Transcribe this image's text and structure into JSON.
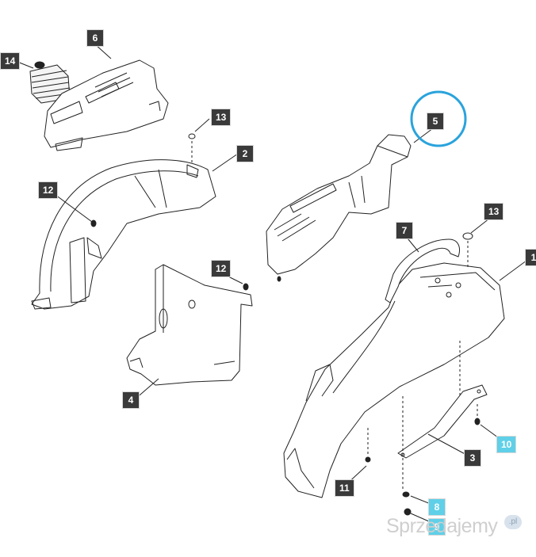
{
  "callouts": [
    {
      "id": "14",
      "style": "dark"
    },
    {
      "id": "6",
      "style": "dark"
    },
    {
      "id": "13",
      "style": "dark"
    },
    {
      "id": "2",
      "style": "dark"
    },
    {
      "id": "12",
      "style": "dark"
    },
    {
      "id": "5",
      "style": "dark",
      "highlighted": true
    },
    {
      "id": "12",
      "style": "dark"
    },
    {
      "id": "7",
      "style": "dark"
    },
    {
      "id": "13",
      "style": "dark"
    },
    {
      "id": "1",
      "style": "dark"
    },
    {
      "id": "4",
      "style": "dark"
    },
    {
      "id": "10",
      "style": "cyan"
    },
    {
      "id": "3",
      "style": "dark"
    },
    {
      "id": "11",
      "style": "dark"
    },
    {
      "id": "8",
      "style": "cyan"
    },
    {
      "id": "9",
      "style": "cyan"
    }
  ],
  "watermark": {
    "text": "Sprzedajemy",
    "badge": ".pl"
  },
  "colors": {
    "label_dark": "#3a3a3a",
    "label_cyan": "#5fd0e8",
    "highlight_circle": "#2aa3dc",
    "line": "#222222"
  }
}
